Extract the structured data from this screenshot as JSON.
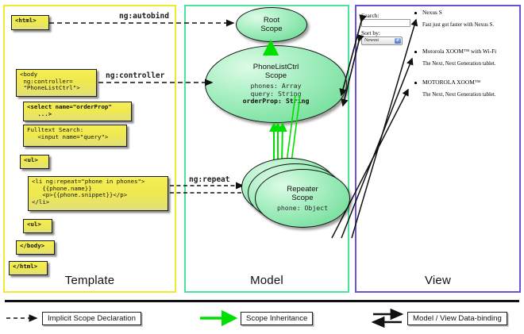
{
  "panels": {
    "template": {
      "label": "Template",
      "border_color": "#f2e82e"
    },
    "model": {
      "label": "Model",
      "border_color": "#4ee39a"
    },
    "view": {
      "label": "View",
      "border_color": "#6a52d8"
    }
  },
  "template_code": [
    {
      "id": "html-open",
      "text": "<html>"
    },
    {
      "id": "body-open",
      "text": "<body\n ng:controller=\n \"PhoneListCtrl\">"
    },
    {
      "id": "select",
      "text": "<select name=\"orderProp\"\n   ...>"
    },
    {
      "id": "fulltext",
      "text": "Fulltext Search:\n   <input name=\"query\">"
    },
    {
      "id": "ul-open",
      "text": "<ul>"
    },
    {
      "id": "li-repeat",
      "text": "<li ng:repeat=\"phone in phones\">\n   {{phone.name}}\n   <p>{{phone.snippet}}</p>\n</li>"
    },
    {
      "id": "ul-close",
      "text": "<ul>"
    },
    {
      "id": "body-close",
      "text": "</body>"
    },
    {
      "id": "html-close",
      "text": "</html>"
    }
  ],
  "edge_labels": {
    "autobind": "ng:autobind",
    "controller": "ng:controller",
    "repeat": "ng:repeat"
  },
  "scopes": [
    {
      "id": "root",
      "title_line1": "Root",
      "title_line2": "Scope",
      "props": []
    },
    {
      "id": "ctrl",
      "title_line1": "PhoneListCtrl",
      "title_line2": "Scope",
      "props": [
        {
          "text": "phones: Array",
          "bold": false
        },
        {
          "text": "query: String",
          "bold": false
        },
        {
          "text": "orderProp: String",
          "bold": true
        }
      ]
    },
    {
      "id": "repeater",
      "title_line1": "Repeater",
      "title_line2": "Scope",
      "props": [
        {
          "text": "phone: Object",
          "bold": false
        }
      ]
    }
  ],
  "view": {
    "search_label": "Search:",
    "search_value": "",
    "sort_label": "Sort by:",
    "sort_selected": "Newest",
    "sort_options": [
      "Newest"
    ],
    "phones": [
      {
        "name": "Nexus S",
        "snippet": "Fast just got faster with Nexus S."
      },
      {
        "name": "Motorola XOOM™  with Wi-Fi",
        "snippet": "The Next, Next Generation tablet."
      },
      {
        "name": "MOTOROLA XOOM™",
        "snippet": "The Next, Next Generation tablet."
      }
    ]
  },
  "legend": [
    {
      "id": "implicit",
      "label": "Implicit Scope Declaration",
      "style": "dashed-arrow",
      "color": "#111111"
    },
    {
      "id": "inheritance",
      "label": "Scope Inheritance",
      "style": "solid-arrow",
      "color": "#00e000"
    },
    {
      "id": "databinding",
      "label": "Model / View Data-binding",
      "style": "double-arrow",
      "color": "#111111"
    }
  ]
}
